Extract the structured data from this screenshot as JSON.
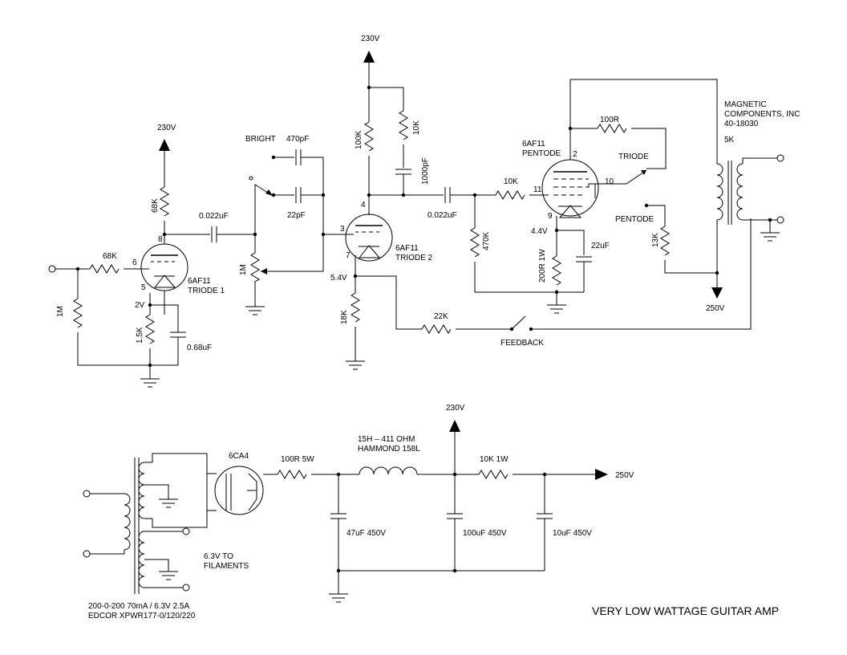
{
  "title": "VERY LOW WATTAGE GUITAR AMP",
  "supplies": {
    "v230_stage1": "230V",
    "v230_stage2": "230V",
    "v230_psu": "230V",
    "v250_output": "250V",
    "v250_psu": "250V"
  },
  "tubes": {
    "triode1_type": "6AF11",
    "triode1_name": "TRIODE 1",
    "triode2_type": "6AF11",
    "triode2_name": "TRIODE 2",
    "pentode_type": "6AF11",
    "pentode_name": "PENTODE",
    "rectifier": "6CA4"
  },
  "pins": {
    "t1_plate": "8",
    "t1_grid": "6",
    "t1_cathode": "5",
    "t2_plate": "4",
    "t2_grid": "3",
    "t2_cathode": "7",
    "p_plate": "2",
    "p_grid": "11",
    "p_cathode": "9",
    "p_screen": "10"
  },
  "voltages": {
    "t1_cathode": "2V",
    "t2_cathode": "5.4V",
    "p_cathode": "4.4V"
  },
  "components": {
    "r_grid_leak": "1M",
    "r_grid_stop": "68K",
    "r_plate1": "68K",
    "r_cathode1": "1.5K",
    "c_cathode1": "0.68uF",
    "c_coupling1": "0.022uF",
    "c_bright": "470pF",
    "c_22p": "22pF",
    "pot_volume": "1M",
    "r_plate2": "100K",
    "r_decouple": "10K",
    "c_decouple": "1000pF",
    "c_coupling2": "0.022uF",
    "r_cathode2": "18K",
    "r_feedback": "22K",
    "r_grid3": "10K",
    "r_grid3_leak": "470K",
    "r_cathode3": "200R 1W",
    "c_cathode3": "22uF",
    "r_screen": "100R",
    "r_pentode": "13K",
    "r_rect": "100R 5W",
    "choke_line1": "15H – 411 OHM",
    "choke_line2": "HAMMOND 158L",
    "r_psu": "10K 1W",
    "c_psu1": "47uF 450V",
    "c_psu2": "100uF 450V",
    "c_psu3": "10uF 450V"
  },
  "switches": {
    "bright": "BRIGHT",
    "triode": "TRIODE",
    "pentode": "PENTODE",
    "feedback": "FEEDBACK"
  },
  "output_transformer": {
    "line1": "MAGNETIC",
    "line2": "COMPONENTS, INC",
    "line3": "40-18030",
    "impedance": "5K"
  },
  "power_transformer": {
    "filaments_line1": "6.3V TO",
    "filaments_line2": "FILAMENTS",
    "spec_line1": "200-0-200 70mA / 6.3V 2.5A",
    "spec_line2": "EDCOR XPWR177-0/120/220"
  }
}
